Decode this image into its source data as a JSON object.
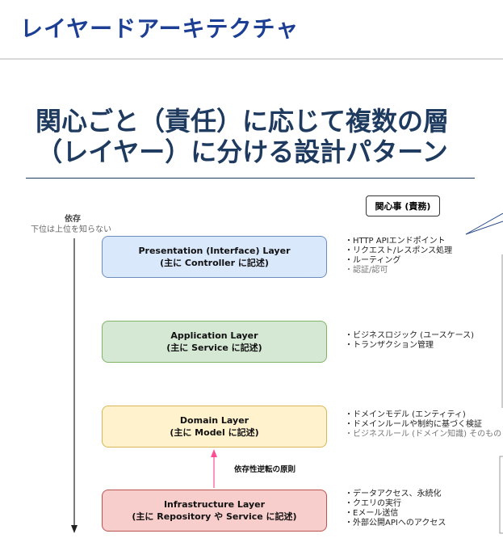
{
  "header": {
    "title": "レイヤードアーキテクチャ"
  },
  "subtitle": {
    "line1": "関心ごと（責任）に応じて複数の層",
    "line2": "（レイヤー）に分ける設計パターン"
  },
  "dependency": {
    "label": "依存",
    "note": "下位は上位を知らない"
  },
  "concern_label": "関心事 (責務)",
  "dip_label": "依存性逆転の原則",
  "layers": [
    {
      "name": "Presentation (Interface) Layer",
      "sub": "(主に Controller に記述)",
      "fill": "#dae8fc",
      "stroke": "#6c8ebf",
      "bullets": [
        "・HTTP APIエンドポイント",
        "・リクエスト/レスポンス処理",
        "・ルーティング",
        "・認証/認可"
      ]
    },
    {
      "name": "Application Layer",
      "sub": "(主に Service に記述)",
      "fill": "#d5e8d4",
      "stroke": "#82b366",
      "bullets": [
        "・ビジネスロジック (ユースケース)",
        "・トランザクション管理"
      ]
    },
    {
      "name": "Domain Layer",
      "sub": "(主に Model に記述)",
      "fill": "#fff2cc",
      "stroke": "#d6b656",
      "bullets": [
        "・ドメインモデル (エンティティ)",
        "・ドメインルールや制約に基づく検証",
        "・ビジネスルール (ドメイン知識) そのもの"
      ]
    },
    {
      "name": "Infrastructure Layer",
      "sub": "(主に Repository や Service に記述)",
      "fill": "#f8cecc",
      "stroke": "#b85450",
      "bullets": [
        "・データアクセス、永続化",
        "・クエリの実行",
        "・Eメール送信",
        "・外部公開APIへのアクセス"
      ]
    }
  ]
}
